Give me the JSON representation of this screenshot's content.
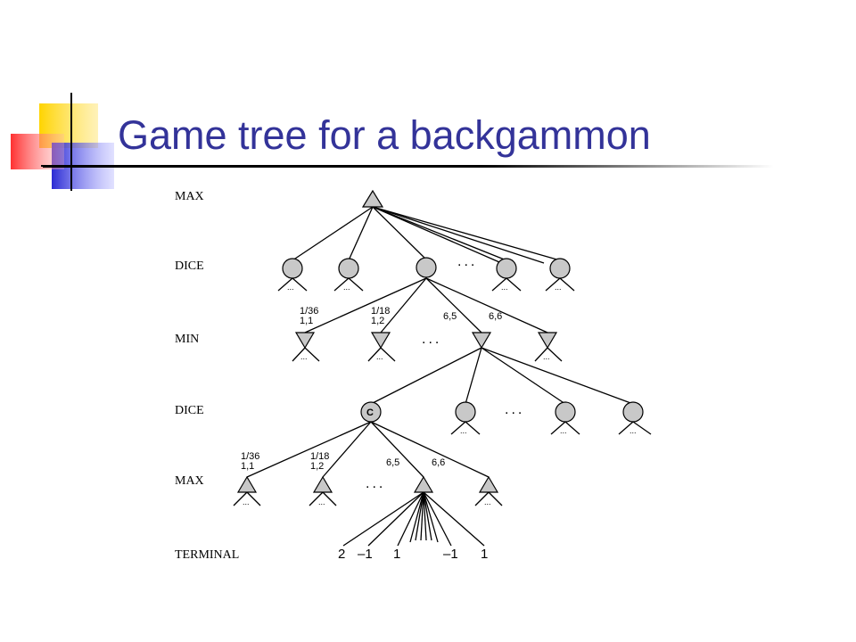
{
  "slide": {
    "title": "Game tree for a backgammon"
  },
  "diagram": {
    "levels": [
      "MAX",
      "DICE",
      "MIN",
      "DICE",
      "MAX",
      "TERMINAL"
    ],
    "edge_labels_upper": {
      "first_prob": "1/36",
      "first_roll": "1,1",
      "second_prob": "1/18",
      "second_roll": "1,2",
      "third_roll": "6,5",
      "fourth_roll": "6,6"
    },
    "edge_labels_lower": {
      "first_prob": "1/36",
      "first_roll": "1,1",
      "second_prob": "1/18",
      "second_roll": "1,2",
      "third_roll": "6,5",
      "fourth_roll": "6,6"
    },
    "chance_label": "C",
    "ellipsis": "...",
    "stub_ellipsis": "...",
    "terminal_values": [
      "2",
      "–1",
      "1",
      "–1",
      "1"
    ]
  }
}
